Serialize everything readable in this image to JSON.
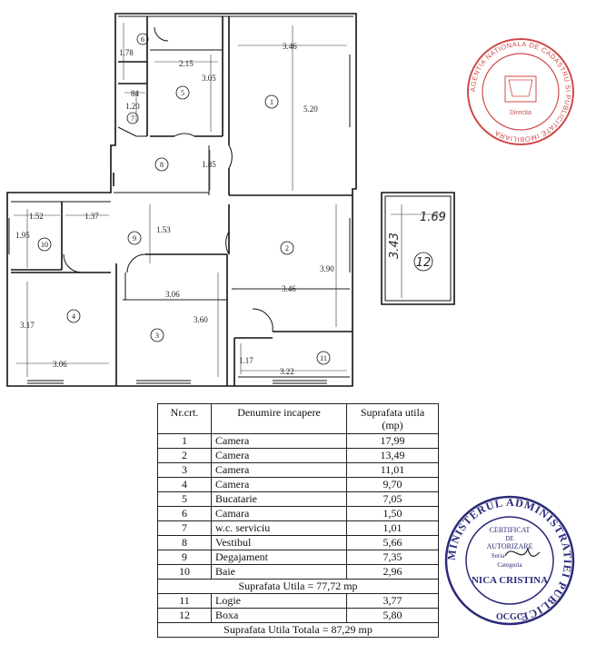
{
  "plan": {
    "rooms": [
      {
        "id": "1",
        "label": "1"
      },
      {
        "id": "2",
        "label": "2"
      },
      {
        "id": "3",
        "label": "3"
      },
      {
        "id": "4",
        "label": "4"
      },
      {
        "id": "5",
        "label": "5"
      },
      {
        "id": "6",
        "label": "6"
      },
      {
        "id": "7",
        "label": "7"
      },
      {
        "id": "8",
        "label": "8"
      },
      {
        "id": "9",
        "label": "9"
      },
      {
        "id": "10",
        "label": "10"
      },
      {
        "id": "11",
        "label": "11"
      },
      {
        "id": "12",
        "label": "12"
      }
    ],
    "dimensions": {
      "r6_h": "1.78",
      "r5_w": "2.15",
      "r5_h": "3.05",
      "r1_w": "3.46",
      "r1_h": "5.20",
      "r7_w": "84",
      "r7_h": "1.20",
      "hall_h": "1.85",
      "r10_w": "1.52",
      "hall_w": "1.37",
      "r9_h": "1.53",
      "r10_h": "1.95",
      "r2_w": "3.46",
      "r2_h": "3.90",
      "r3_w": "3.06",
      "r3_h": "3.60",
      "r4_h": "3.17",
      "r4_w": "3.06",
      "r11_h": "1.17",
      "r11_w": "3.22",
      "r12_w": "1.69",
      "r12_h": "3.43"
    }
  },
  "table": {
    "header": {
      "nr": "Nr.crt.",
      "name": "Denumire incapere",
      "area": "Suprafata utila (mp)"
    },
    "rows_a": [
      {
        "nr": "1",
        "name": "Camera",
        "area": "17,99"
      },
      {
        "nr": "2",
        "name": "Camera",
        "area": "13,49"
      },
      {
        "nr": "3",
        "name": "Camera",
        "area": "11,01"
      },
      {
        "nr": "4",
        "name": "Camera",
        "area": "9,70"
      },
      {
        "nr": "5",
        "name": "Bucatarie",
        "area": "7,05"
      },
      {
        "nr": "6",
        "name": "Camara",
        "area": "1,50"
      },
      {
        "nr": "7",
        "name": "w.c. serviciu",
        "area": "1,01"
      },
      {
        "nr": "8",
        "name": "Vestibul",
        "area": "5,66"
      },
      {
        "nr": "9",
        "name": "Degajament",
        "area": "7,35"
      },
      {
        "nr": "10",
        "name": "Baie",
        "area": "2,96"
      }
    ],
    "subtotal": "Suprafata Utila = 77,72 mp",
    "rows_b": [
      {
        "nr": "11",
        "name": "Logie",
        "area": "3,77"
      },
      {
        "nr": "12",
        "name": "Boxa",
        "area": "5,80"
      }
    ],
    "total": "Suprafata Utila Totala = 87,29 mp"
  },
  "stamps": {
    "agency_top": "AGENTIA NATIONALA DE CADASTRU SI PUBLICITATE IMOBILIARA",
    "agency_sub": "Directia",
    "ministry_ring": "MINISTERUL ADMINISTRATIEI PUBLICE",
    "cert_line1": "CERTIFICAT",
    "cert_line2": "DE",
    "cert_line3": "AUTORIZARE",
    "cert_line4": "Seria",
    "cert_line5": "Categoria",
    "cert_name": "NICA CRISTINA",
    "cert_bottom": "OCGC"
  },
  "colors": {
    "stamp_red": "#d04a4a",
    "ink": "#111111"
  }
}
